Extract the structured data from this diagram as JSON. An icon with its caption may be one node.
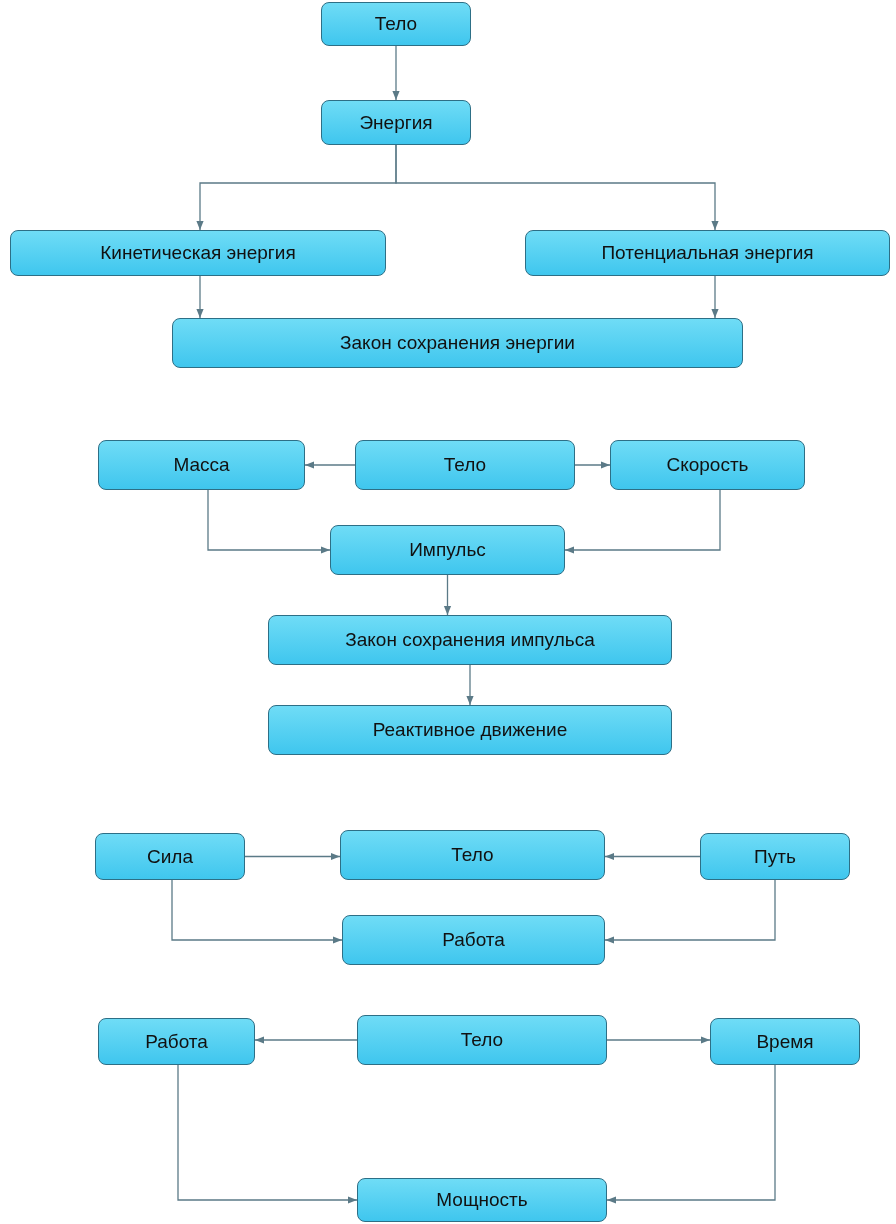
{
  "diagram": {
    "nodes": [
      {
        "text": [
          "Тело"
        ]
      },
      {
        "text": [
          "Энергия"
        ]
      },
      {
        "text": [
          "Кинетическая энергия"
        ]
      },
      {
        "text": [
          "Потенциальная энергия"
        ]
      },
      {
        "text": [
          "Закон сохранения энергии"
        ]
      },
      {
        "text": [
          "Масса"
        ]
      },
      {
        "text": [
          "Тело"
        ]
      },
      {
        "text": [
          "Скорость"
        ]
      },
      {
        "text": [
          "Импульс"
        ]
      },
      {
        "text": [
          "Закон сохранения импульса"
        ]
      },
      {
        "text": [
          "Реактивное движение"
        ]
      },
      {
        "text": [
          "Сила"
        ]
      },
      {
        "text": [
          "Тело"
        ]
      },
      {
        "text": [
          "Путь"
        ]
      },
      {
        "text": [
          "Работа"
        ]
      },
      {
        "text": [
          "Работа"
        ]
      },
      {
        "text": [
          "Тело"
        ]
      },
      {
        "text": [
          "Время"
        ]
      },
      {
        "text": [
          "Мощность"
        ]
      }
    ],
    "edges": [
      {
        "from": 0,
        "to": 1,
        "arrow": "to"
      },
      {
        "from": 1,
        "to": 2,
        "arrow": "to"
      },
      {
        "from": 1,
        "to": 3,
        "arrow": "to"
      },
      {
        "from": 2,
        "to": 4,
        "arrow": "to"
      },
      {
        "from": 3,
        "to": 4,
        "arrow": "to"
      },
      {
        "from": 6,
        "to": 5,
        "arrow": "to"
      },
      {
        "from": 6,
        "to": 7,
        "arrow": "to"
      },
      {
        "from": 5,
        "to": 8,
        "arrow": "to"
      },
      {
        "from": 7,
        "to": 8,
        "arrow": "to"
      },
      {
        "from": 8,
        "to": 9,
        "arrow": "to"
      },
      {
        "from": 9,
        "to": 10,
        "arrow": "to"
      },
      {
        "from": 11,
        "to": 12,
        "arrow": "to"
      },
      {
        "from": 13,
        "to": 12,
        "arrow": "to"
      },
      {
        "from": 11,
        "to": 14,
        "arrow": "to"
      },
      {
        "from": 13,
        "to": 14,
        "arrow": "to"
      },
      {
        "from": 16,
        "to": 15,
        "arrow": "to"
      },
      {
        "from": 16,
        "to": 17,
        "arrow": "to"
      },
      {
        "from": 15,
        "to": 18,
        "arrow": "to"
      },
      {
        "from": 17,
        "to": 18,
        "arrow": "to"
      }
    ]
  }
}
